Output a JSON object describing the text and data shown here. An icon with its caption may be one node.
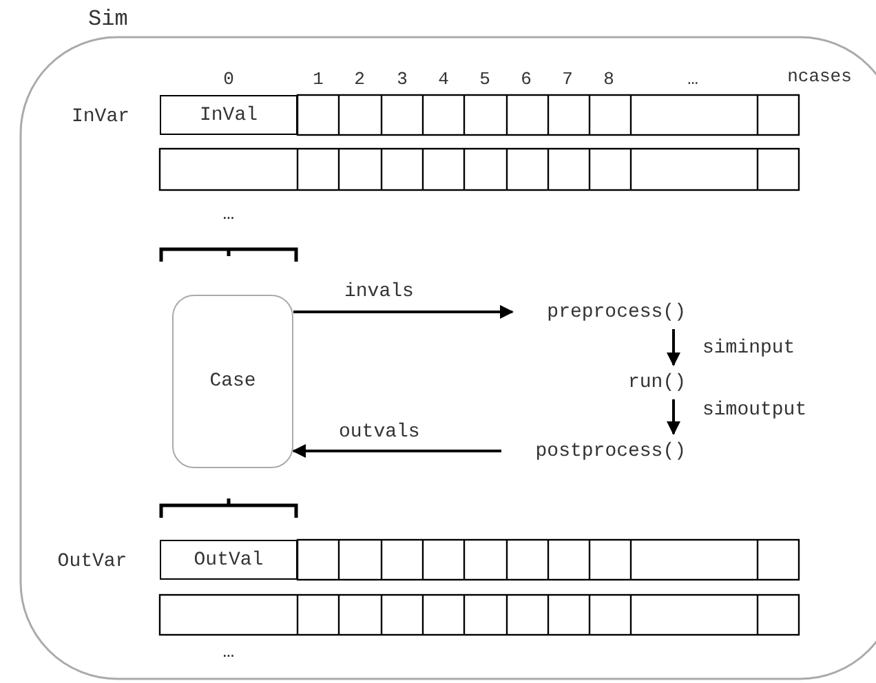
{
  "diagram": {
    "nodes": [
      {
        "text": [
          "Sim"
        ]
      },
      {
        "text": [
          "InVal"
        ],
        "in": 0
      },
      {
        "text": [
          "Case"
        ],
        "in": 0
      },
      {
        "text": [
          "preprocess()"
        ],
        "in": 0
      },
      {
        "text": [
          "run()"
        ],
        "in": 0
      },
      {
        "text": [
          "postprocess()"
        ],
        "in": 0
      },
      {
        "text": [
          "OutVal"
        ],
        "in": 0
      }
    ],
    "edges": [
      {
        "from": 2,
        "to": 3,
        "arrow": "to",
        "label": "invals"
      },
      {
        "from": 3,
        "to": 4,
        "arrow": "to",
        "label": "siminput"
      },
      {
        "from": 4,
        "to": 5,
        "arrow": "to",
        "label": "simoutput"
      },
      {
        "from": 5,
        "to": 2,
        "arrow": "to",
        "label": "outvals"
      }
    ],
    "labels": [
      "InVar",
      "0",
      "1",
      "2",
      "3",
      "4",
      "5",
      "6",
      "7",
      "8",
      "…",
      "ncases",
      "…",
      "OutVar",
      "…"
    ]
  }
}
